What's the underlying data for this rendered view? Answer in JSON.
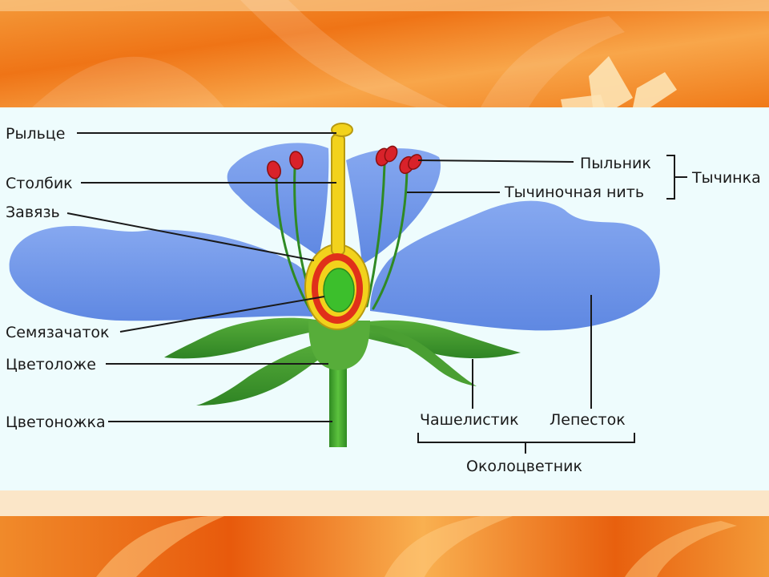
{
  "labels": {
    "stigma": "Рыльце",
    "style": "Столбик",
    "ovary": "Завязь",
    "ovule": "Семязачаток",
    "receptacle": "Цветоложе",
    "pedicel": "Цветоножка",
    "anther": "Пыльник",
    "filament": "Тычиночная нить",
    "stamen": "Тычинка",
    "sepal": "Чашелистик",
    "petal": "Лепесток",
    "perianth": "Околоцветник"
  },
  "colors": {
    "banner_orange": "#f07a18",
    "banner_light": "#fbb35a",
    "diagram_bg": "#eefcfd",
    "petal_blue": "#6e97ea",
    "sepal_green": "#3f9a2e",
    "pistil_yellow": "#f2d21c",
    "ovary_red": "#e0301a",
    "ovule_green": "#3cbf2c",
    "anther_red": "#d8222a"
  }
}
